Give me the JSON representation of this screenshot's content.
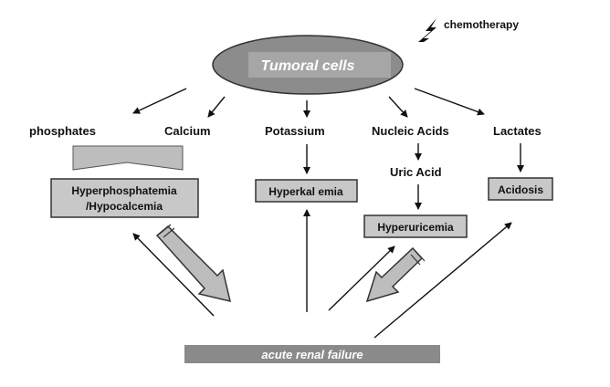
{
  "diagram": {
    "trigger": "chemotherapy",
    "source": "Tumoral cells",
    "products": {
      "phosphates": "phosphates",
      "calcium": "Calcium",
      "potassium": "Potassium",
      "nucleic_acids": "Nucleic Acids",
      "uric_acid": "Uric Acid",
      "lactates": "Lactates"
    },
    "conditions": {
      "hyperphosphatemia_line1": "Hyperphosphatemia",
      "hyperphosphatemia_line2": "/Hypocalcemia",
      "hyperkalemia": "Hyperkal emia",
      "hyperuricemia": "Hyperuricemia",
      "acidosis": "Acidosis"
    },
    "outcome": "acute renal failure",
    "colors": {
      "ellipse_fill": "#8c8c8c",
      "ellipse_inner": "#a6a6a6",
      "box_fill": "#c8c8c8",
      "bar_fill": "#8a8a8a",
      "big_arrow_fill": "#bdbdbd"
    }
  }
}
